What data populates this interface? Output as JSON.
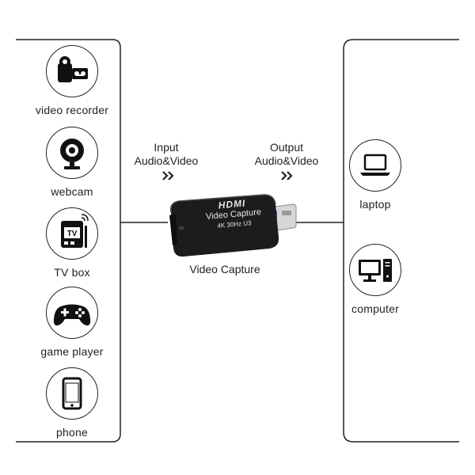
{
  "devices_left": [
    {
      "label": "video recorder",
      "icon": "video-recorder-icon"
    },
    {
      "label": "webcam",
      "icon": "webcam-icon"
    },
    {
      "label": "TV box",
      "icon": "tv-box-icon"
    },
    {
      "label": "game player",
      "icon": "gamepad-icon"
    },
    {
      "label": "phone",
      "icon": "phone-icon"
    }
  ],
  "devices_right": [
    {
      "label": "laptop",
      "icon": "laptop-icon"
    },
    {
      "label": "computer",
      "icon": "computer-icon"
    }
  ],
  "tv_badge": "TV",
  "flow": {
    "input_line1": "Input",
    "input_line2": "Audio&Video",
    "output_line1": "Output",
    "output_line2": "Audio&Video"
  },
  "center_label": "Video Capture",
  "dongle": {
    "brand": "HDMI",
    "title": "Video Capture",
    "spec": "4K 30Hz U3"
  }
}
